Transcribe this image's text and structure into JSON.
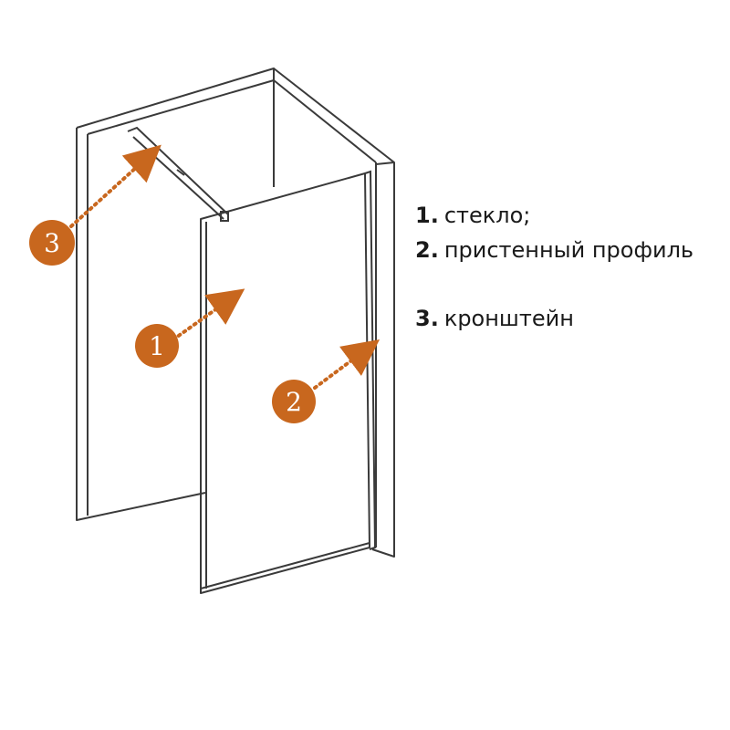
{
  "colors": {
    "accent": "#c8671e",
    "line": "#3a3a3a",
    "background": "#ffffff"
  },
  "legend": [
    {
      "number": "1.",
      "label": "стекло;"
    },
    {
      "number": "2.",
      "label": "пристенный профиль"
    },
    {
      "number": "3.",
      "label": "кронштейн"
    }
  ],
  "callouts": [
    {
      "number": "1",
      "target": "glass-panel"
    },
    {
      "number": "2",
      "target": "wall-profile"
    },
    {
      "number": "3",
      "target": "support-bracket"
    }
  ]
}
